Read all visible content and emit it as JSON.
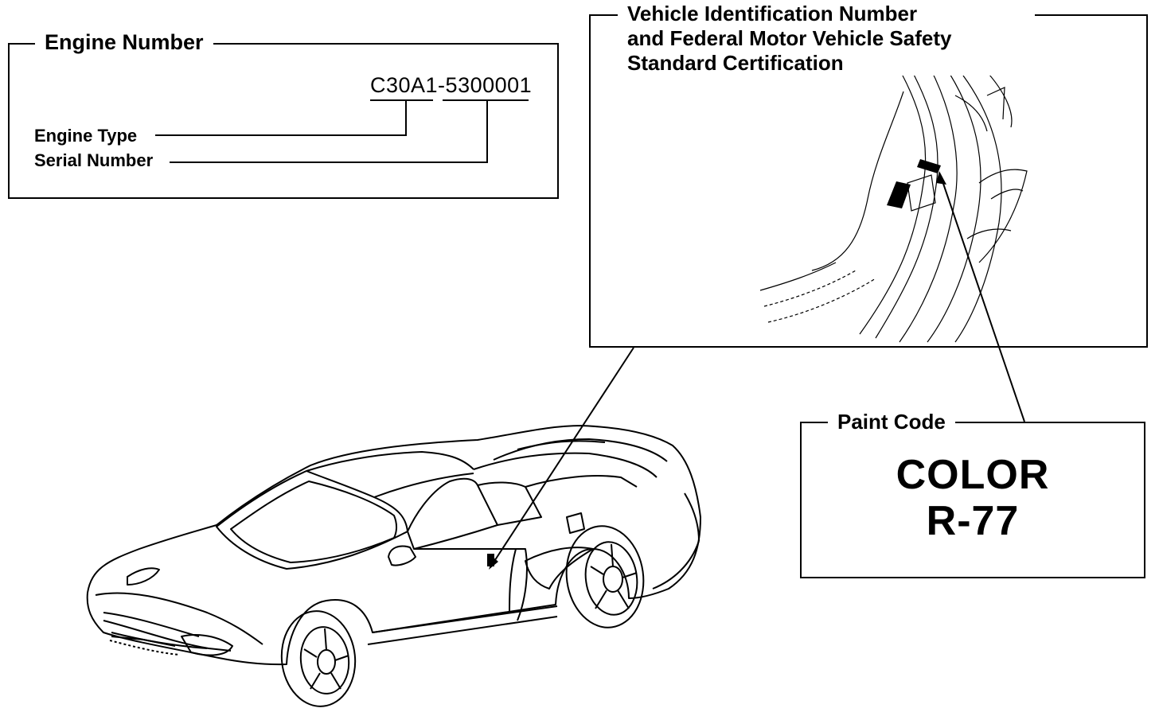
{
  "engine_number": {
    "title": "Engine Number",
    "code": "C30A1-5300001",
    "engine_type_label": "Engine Type",
    "serial_number_label": "Serial Number"
  },
  "vin": {
    "title_lines": [
      "Vehicle Identification Number",
      "and Federal Motor Vehicle Safety",
      "Standard Certification"
    ]
  },
  "paint_code": {
    "title": "Paint Code",
    "color_label": "COLOR",
    "code": "R-77"
  },
  "colors": {
    "ink": "#000000",
    "paper": "#ffffff"
  },
  "icons": [
    "car-illustration",
    "door-jamb-illustration",
    "vin-label-icon",
    "paint-label-icon"
  ]
}
